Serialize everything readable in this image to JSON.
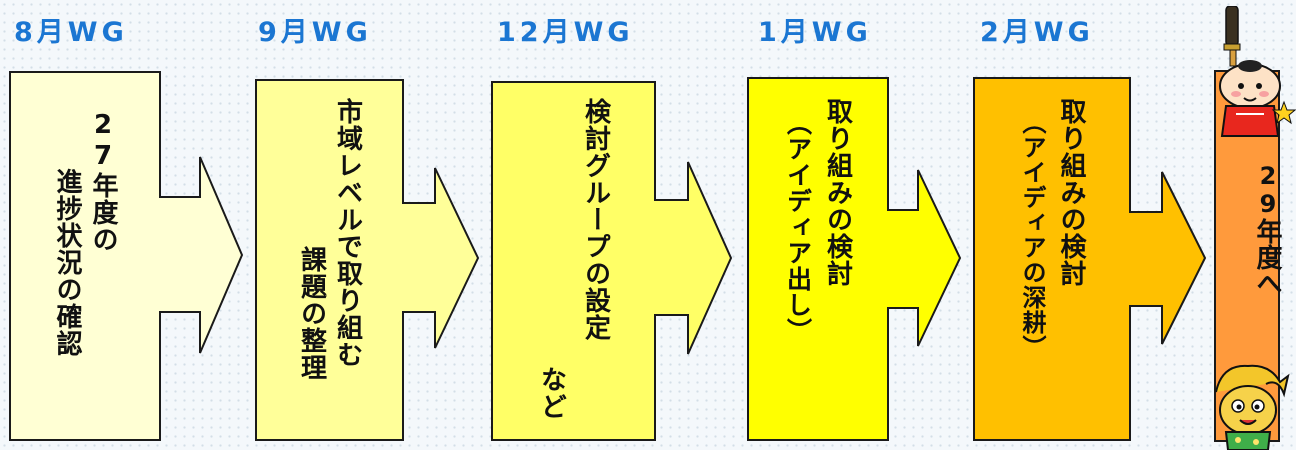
{
  "steps": [
    {
      "month": "8月WG",
      "lines": [
        "27年度の",
        "進捗状況の確認"
      ],
      "color": "#ffffd4"
    },
    {
      "month": "9月WG",
      "lines": [
        "市域レベルで取り組む",
        "課題の整理"
      ],
      "color": "#ffff99"
    },
    {
      "month": "12月WG",
      "lines": [
        "検討グループの設定",
        "など"
      ],
      "color": "#ffff66"
    },
    {
      "month": "1月WG",
      "lines": [
        "取り組みの検討",
        "（アイディア出し）"
      ],
      "color": "#ffff00"
    },
    {
      "month": "2月WG",
      "lines": [
        "取り組みの検討",
        "（アイディアの深耕）"
      ],
      "color": "#ffc000"
    }
  ],
  "final": {
    "year": "29",
    "label": "年度へ",
    "color": "#ff9a3c"
  },
  "characters": [
    "samurai-mascot-icon",
    "golden-mascot-icon"
  ]
}
